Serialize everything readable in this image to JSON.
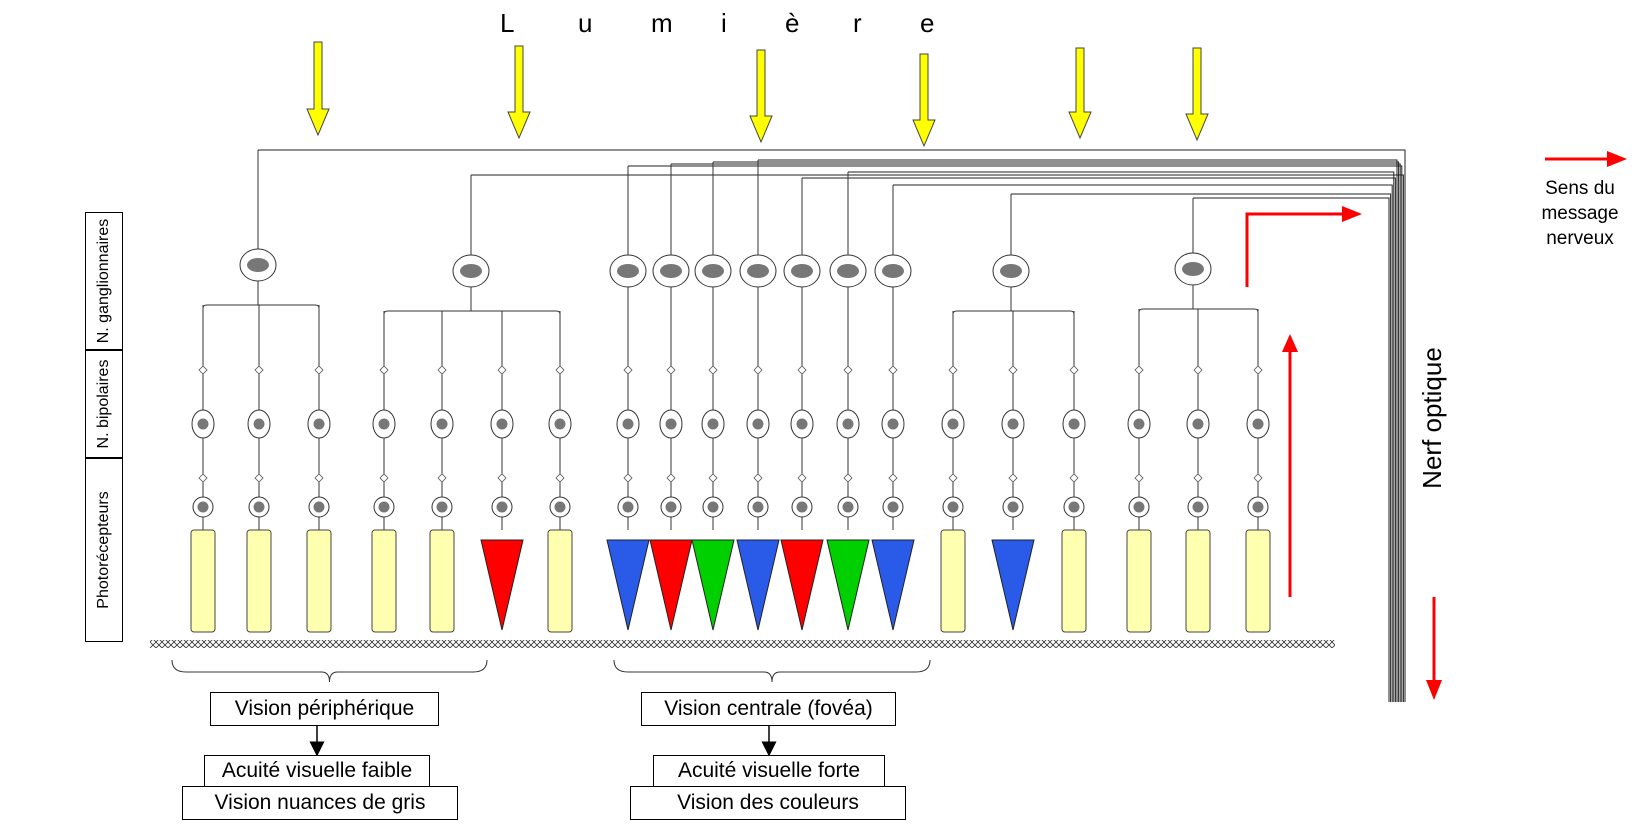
{
  "title": "Lumière",
  "layers": {
    "ganglion": "N. ganglionnaires",
    "bipolar": "N. bipolaires",
    "photo": "Photorécepteurs"
  },
  "legend": {
    "line1": "Sens du",
    "line2": "message",
    "line3": "nerveux"
  },
  "nerve_label": "Nerf optique",
  "peripheral": {
    "title": "Vision périphérique",
    "acuity": "Acuité visuelle faible",
    "vision": "Vision nuances de gris"
  },
  "central": {
    "title": "Vision centrale (fovéa)",
    "acuity": "Acuité visuelle forte",
    "vision": "Vision des couleurs"
  },
  "colors": {
    "rod": "#ffffb0",
    "red_cone": "#ff0000",
    "green_cone": "#00d000",
    "blue_cone": "#2a5ae8",
    "light_arrow": "#ffff00",
    "signal_arrow": "#ff0000"
  }
}
